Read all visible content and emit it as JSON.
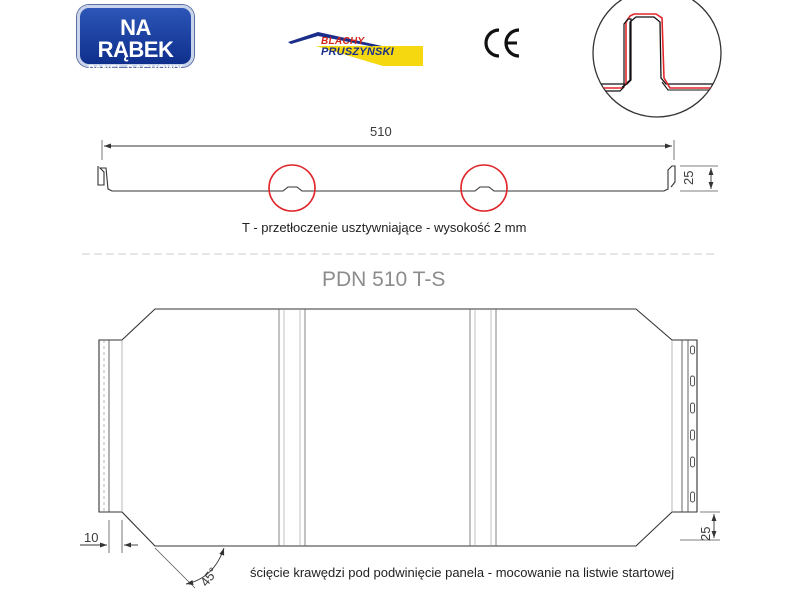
{
  "logos": {
    "na_rabek_line1": "NA RĄBEK",
    "na_rabek_line2": "PANEL DACHOWY",
    "blachy_line1": "BLACHY",
    "blachy_line2": "PRUSZYŃSKI",
    "ce": "CE"
  },
  "profile": {
    "width_label": "510",
    "height_label": "25",
    "caption": "T - przetłoczenie usztywniające - wysokość 2 mm"
  },
  "panel": {
    "title": "PDN 510 T-S",
    "edge_label": "10",
    "height_label": "25",
    "angle_label": "45°",
    "caption": "ścięcie krawędzi pod podwinięcie panela - mocowanie na listwie startowej"
  },
  "colors": {
    "line": "#333333",
    "highlight": "#e0262b",
    "brand_blue": "#1b3f9e",
    "brand_red": "#d1261c",
    "brand_yellow": "#f5d80f"
  }
}
